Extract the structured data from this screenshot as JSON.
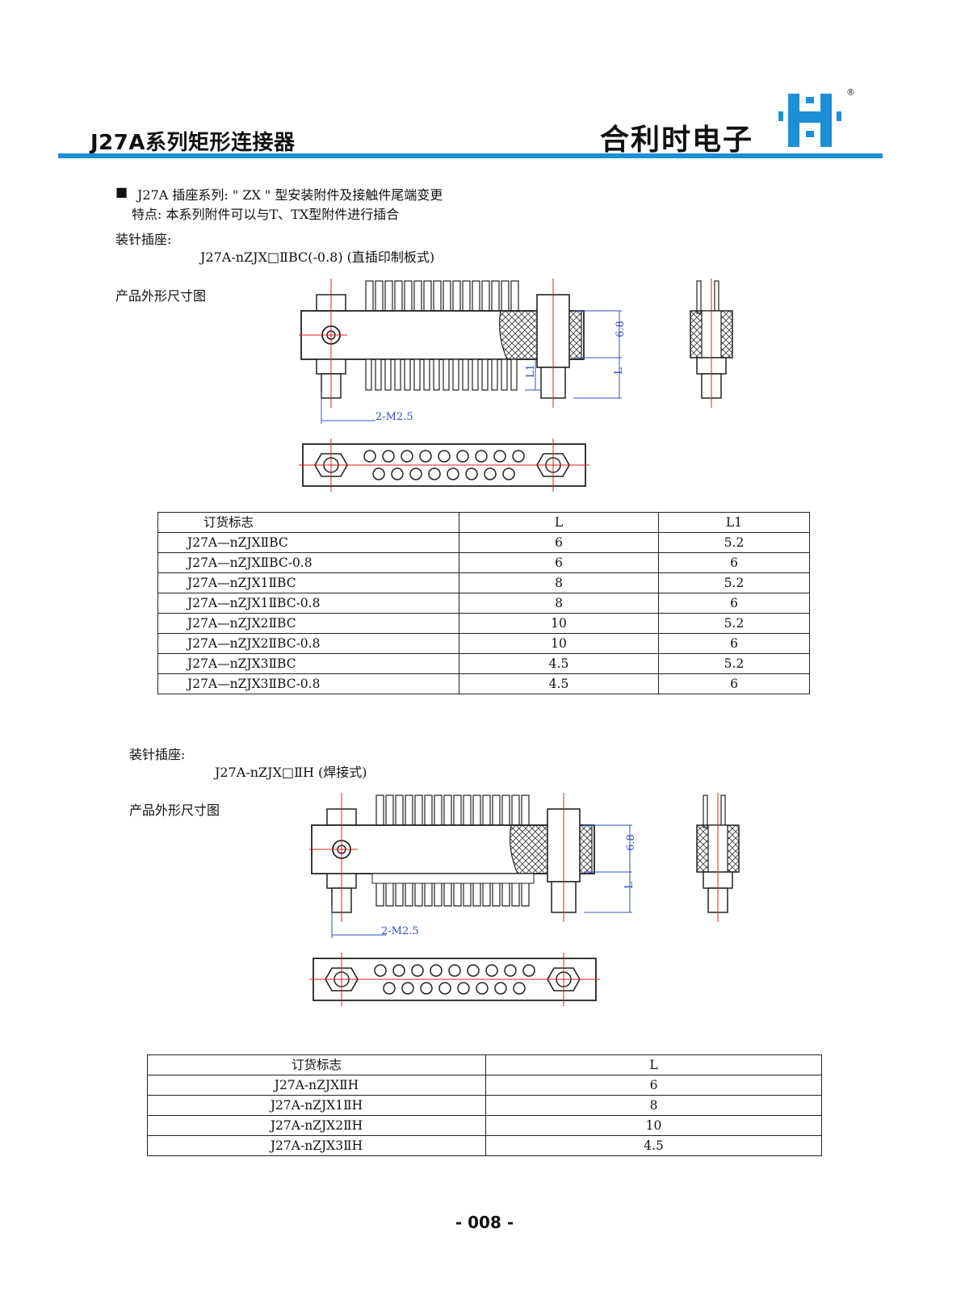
{
  "header": {
    "series_title": "J27A系列矩形连接器",
    "company_name": "合利时电子",
    "registered_mark": "®"
  },
  "intro": {
    "bullet": "■",
    "line1": "J27A 插座系列: \" ZX \" 型安装附件及接触件尾端变更",
    "line2": "特点: 本系列附件可以与T、TX型附件进行插合"
  },
  "section1": {
    "label": "装针插座:",
    "model": "J27A-nZJX□ⅡBC(-0.8) (直插印制板式)",
    "drawing_title": "产品外形尺寸图",
    "dims": {
      "height": "6.8",
      "l": "L",
      "l1": "L1",
      "screw": "2-M2.5"
    },
    "table": {
      "headers": [
        "订货标志",
        "L",
        "L1"
      ],
      "rows": [
        [
          "J27A—nZJXⅡBC",
          "6",
          "5.2"
        ],
        [
          "J27A—nZJXⅡBC-0.8",
          "6",
          "6"
        ],
        [
          "J27A—nZJX1ⅡBC",
          "8",
          "5.2"
        ],
        [
          "J27A—nZJX1ⅡBC-0.8",
          "8",
          "6"
        ],
        [
          "J27A—nZJX2ⅡBC",
          "10",
          "5.2"
        ],
        [
          "J27A—nZJX2ⅡBC-0.8",
          "10",
          "6"
        ],
        [
          "J27A—nZJX3ⅡBC",
          "4.5",
          "5.2"
        ],
        [
          "J27A—nZJX3ⅡBC-0.8",
          "4.5",
          "6"
        ]
      ]
    }
  },
  "section2": {
    "label": "装针插座:",
    "model": "J27A-nZJX□ⅡH (焊接式)",
    "drawing_title": "产品外形尺寸图",
    "dims": {
      "height": "6.8",
      "l": "L",
      "screw": "2-M2.5"
    },
    "table": {
      "headers": [
        "订货标志",
        "L"
      ],
      "rows": [
        [
          "J27A-nZJXⅡH",
          "6"
        ],
        [
          "J27A-nZJX1ⅡH",
          "8"
        ],
        [
          "J27A-nZJX2ⅡH",
          "10"
        ],
        [
          "J27A-nZJX3ⅡH",
          "4.5"
        ]
      ]
    }
  },
  "footer": {
    "page_number": "- 008 -"
  },
  "colors": {
    "accent": "#1e8fd6",
    "centerline": "#e02020",
    "dimension": "#3050c0"
  }
}
